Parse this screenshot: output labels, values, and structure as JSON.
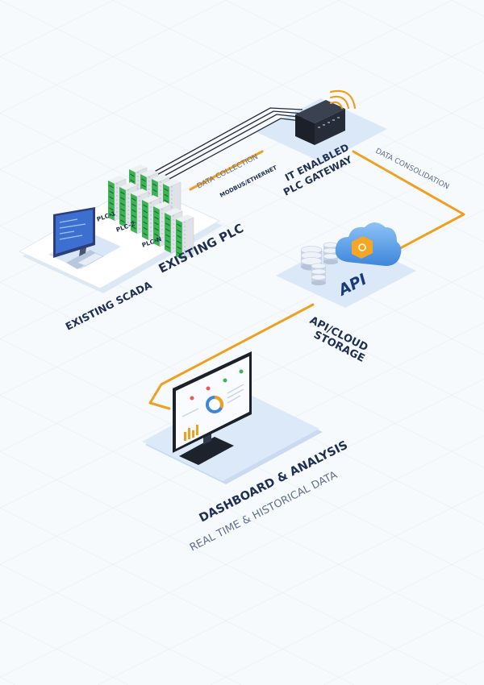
{
  "labels": {
    "plc_1": "PLC-1",
    "plc_2": "PLC-2",
    "plc_n": "PLC-N",
    "existing_plc": "EXISTING PLC",
    "existing_scada": "EXISTING SCADA",
    "data_collection": "DATA COLLECTION",
    "modbus_ethernet": "MODBUS/ETHERNET",
    "gateway_line1": "IT ENALBLED",
    "gateway_line2": "PLC GATEWAY",
    "data_consolidation": "DATA CONSOLIDATION",
    "api_badge": "API",
    "storage_line1": "API/CLOUD",
    "storage_line2": "STORAGE",
    "dashboard_title": "DASHBOARD & ANALYSIS",
    "dashboard_subtitle": "REAL TIME & HISTORICAL DATA"
  },
  "colors": {
    "background": "#f7fafd",
    "platform": "#dce9f7",
    "connector": "#f0a020",
    "label_text": "#1f2f52",
    "server_green": "#3cb455",
    "cloud_blue": "#5b9ee8"
  },
  "icons": [
    "monitor-icon",
    "server-rack-icon",
    "gateway-box-icon",
    "wifi-signal-icon",
    "database-icon",
    "cloud-icon",
    "dashboard-monitor-icon"
  ]
}
